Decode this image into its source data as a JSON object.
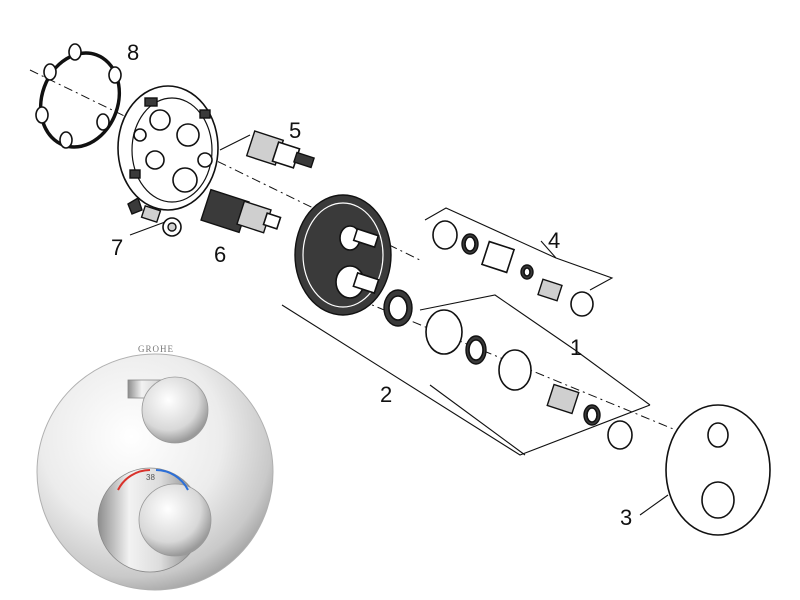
{
  "diagram": {
    "callouts": {
      "c1": "1",
      "c2": "2",
      "c3": "3",
      "c4": "4",
      "c5": "5",
      "c6": "6",
      "c7": "7",
      "c8": "8"
    },
    "product_photo": {
      "brand_logo": "GROHE",
      "temperature_mark": "38"
    },
    "colors": {
      "line": "#111111",
      "chrome_light": "#f4f4f4",
      "chrome_dark": "#a9a9a9",
      "hot_mark": "#d9322b",
      "cold_mark": "#2b6fd9"
    }
  }
}
